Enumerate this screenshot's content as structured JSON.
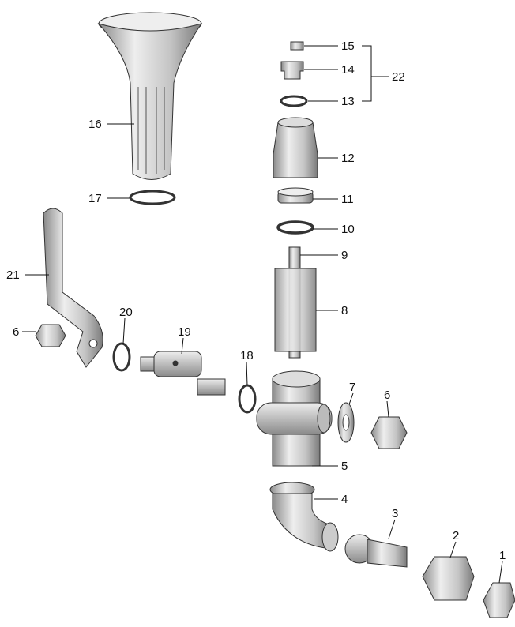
{
  "labels": {
    "p1": "1",
    "p2": "2",
    "p3": "3",
    "p4": "4",
    "p5": "5",
    "p6a": "6",
    "p6b": "6",
    "p7": "7",
    "p8": "8",
    "p9": "9",
    "p10": "10",
    "p11": "11",
    "p12": "12",
    "p13": "13",
    "p14": "14",
    "p15": "15",
    "p16": "16",
    "p17": "17",
    "p18": "18",
    "p19": "19",
    "p20": "20",
    "p21": "21",
    "p22": "22"
  },
  "colors": {
    "part_light": "#e4e4e4",
    "part_mid": "#b8b8b8",
    "part_dark": "#6e6e6e",
    "line": "#111111"
  }
}
